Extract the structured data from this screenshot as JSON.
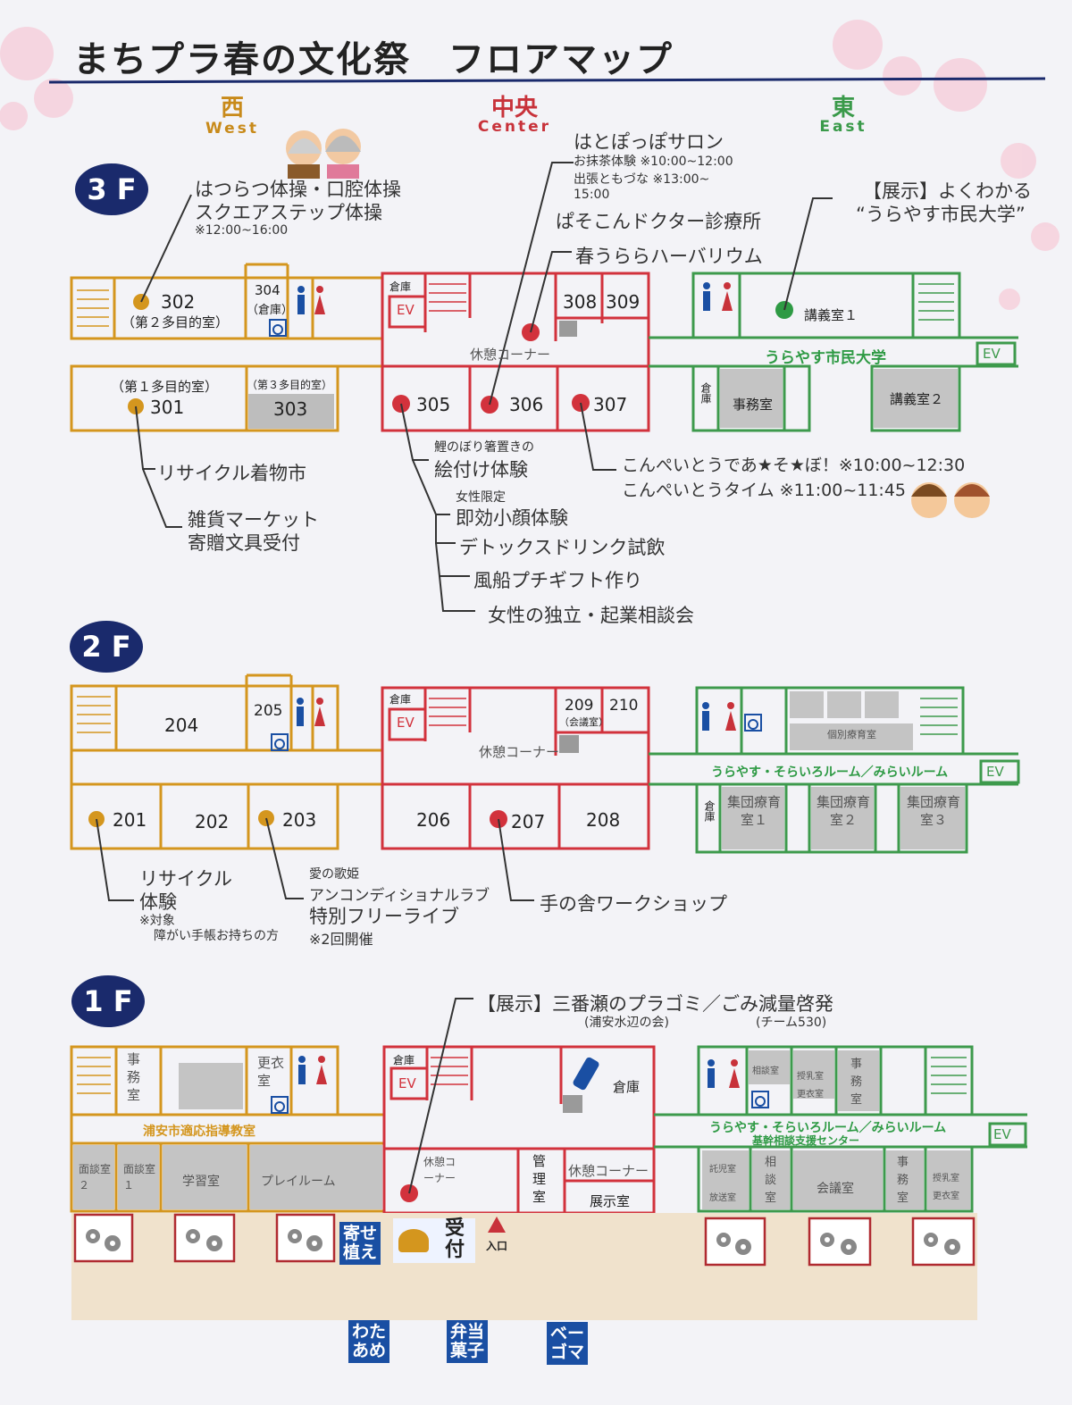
{
  "title": "まちプラ春の文化祭　フロアマップ",
  "directions": {
    "west": {
      "jp": "西",
      "en": "West",
      "color": "#c88a1a"
    },
    "center": {
      "jp": "中央",
      "en": "Center",
      "color": "#c8323a"
    },
    "east": {
      "jp": "東",
      "en": "East",
      "color": "#3a9a4a"
    }
  },
  "colors": {
    "west": "#d4961e",
    "center": "#d2323c",
    "east": "#3d9a4c",
    "navy": "#1a2a6c",
    "corridor": "#f4f4f8",
    "sand": "#f0e2cc"
  },
  "icons": {
    "restroom": "restroom-icon",
    "accessible": "wheelchair-icon",
    "flower": "flower-icon",
    "elderly": "elderly-couple-icon",
    "kids": "kids-icon",
    "bottle": "bottle-icon"
  },
  "floors": {
    "f3": {
      "badge": "3 F",
      "rooms": {
        "r302": "302",
        "r302sub": "（第２多目的室）",
        "r304": "304",
        "r304sub": "（倉庫）",
        "r301sub": "（第１多目的室）",
        "r301": "301",
        "r303sub": "（第３多目的室）",
        "r303": "303",
        "storage": "倉庫",
        "ev": "EV",
        "r308": "308",
        "r309": "309",
        "rest": "休憩コーナー",
        "r305": "305",
        "r306": "306",
        "r307": "307",
        "lecture1": "講義室１",
        "univ": "うらやす市民大学",
        "ev_e": "EV",
        "storage_e": "倉庫",
        "office": "事務室",
        "lecture2": "講義室２"
      },
      "events": {
        "e1": "はつらつ体操・口腔体操",
        "e2": "スクエアステップ体操",
        "e2note": "※12:00~16:00",
        "salon": "はとぽっぽサロン",
        "salon1": "お抹茶体験 ※10:00~12:00",
        "salon2": "出張ともづな ※13:00~",
        "salon3": "15:00",
        "pc": "ぱそこんドクター診療所",
        "herb": "春うららハーバリウム",
        "ex1": "【展示】よくわかる",
        "ex2": "“うらやす市民大学”",
        "kimono": "リサイクル着物市",
        "zakka1": "雑貨マーケット",
        "zakka2": "寄贈文具受付",
        "koi1": "鯉のぼり箸置きの",
        "koi2": "絵付け体験",
        "face1": "女性限定",
        "face2": "即効小顔体験",
        "detox": "デトックスドリンク試飲",
        "balloon": "風船プチギフト作り",
        "women": "女性の独立・起業相談会",
        "konpei1": "こんぺいとうであ★そ★ぼ！※10:00~12:30",
        "konpei2": "こんぺいとうタイム ※11:00~11:45"
      }
    },
    "f2": {
      "badge": "2 F",
      "rooms": {
        "r204": "204",
        "r205": "205",
        "storage": "倉庫",
        "ev": "EV",
        "r209": "209",
        "r209sub": "（会議室）",
        "r210": "210",
        "rest": "休憩コーナー",
        "r201": "201",
        "r202": "202",
        "r203": "203",
        "r206": "206",
        "r207": "207",
        "r208": "208",
        "care": "個別療育室",
        "sora": "うらやす・そらいろルーム／みらいルーム",
        "ev_e": "EV",
        "storage_e": "倉庫",
        "group1": "集団療育室１",
        "group2": "集団療育室２",
        "group3": "集団療育室３"
      },
      "events": {
        "recycle1": "リサイクル",
        "recycle2": "体験",
        "recycle3": "※対象",
        "recycle4": "障がい手帳お持ちの方",
        "live1": "愛の歌姫",
        "live2": "アンコンディショナルラブ",
        "live3": "特別フリーライブ",
        "live4": "※2回開催",
        "workshop": "手の舎ワークショップ"
      }
    },
    "f1": {
      "badge": "1 F",
      "rooms": {
        "office_w": "事務室",
        "changing": "更衣室",
        "guidance": "浦安市適応指導教室",
        "interview2": "面談室２",
        "interview1": "面談室１",
        "study": "学習室",
        "play": "プレイルーム",
        "storage": "倉庫",
        "ev": "EV",
        "storage2": "倉庫",
        "rest": "休憩コーナー",
        "mgmt": "管理室",
        "rest2": "休憩コーナー",
        "display": "展示室",
        "consult": "相談室",
        "nursing": "授乳室",
        "changing_e": "更衣室",
        "office_e": "事務室",
        "sora1": "うらやす・そらいろルーム／みらいルーム",
        "sora2": "基幹相談支援センター",
        "ev_e": "EV",
        "childcare": "託児室",
        "broadcast": "放送室",
        "consult2": "相談室",
        "meeting": "会議室",
        "office_e2": "事務室",
        "nursing2": "授乳室",
        "changing_e2": "更衣室"
      },
      "events": {
        "ex1": "【展示】三番瀬のプラゴミ／ごみ減量啓発",
        "ex_org1": "(浦安水辺の会)",
        "ex_org2": "(チーム530)"
      }
    }
  },
  "outside": {
    "yose1": "寄せ",
    "yose2": "植え",
    "uketsuke1": "受",
    "uketsuke2": "付",
    "entrance": "入口",
    "wata1": "わた",
    "wata2": "あめ",
    "bento1": "弁当",
    "bento2": "菓子",
    "bee1": "ベー",
    "bee2": "ゴマ"
  }
}
